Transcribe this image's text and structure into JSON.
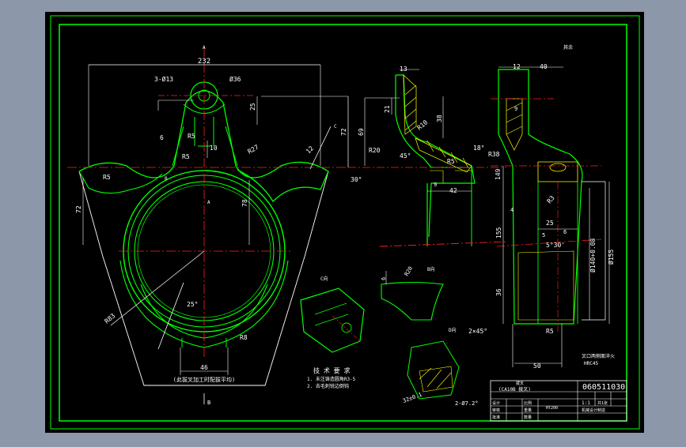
{
  "colors": {
    "background": "#8c97aa",
    "canvas": "#000000",
    "outline": "#00ff00",
    "dimension": "#ffffff",
    "centerline": "#ff2020",
    "hatch": "#ffff00",
    "frame": "#00ff00"
  },
  "dimensions": {
    "overall_width": "232",
    "hole_note": "3-Ø13",
    "hole_dia": "Ø36",
    "d25_left": "25",
    "d72_right": "72",
    "d69": "69",
    "r5a": "R5",
    "d10": "10",
    "r5b": "R5",
    "r27": "R27",
    "d6": "6",
    "r5c": "R5",
    "d12": "12",
    "angle30": "30°",
    "d72_left": "72",
    "d78": "78",
    "r83": "R83",
    "r8": "R8",
    "angle25": "25°",
    "d46": "46",
    "d13": "13",
    "angle45": "45°",
    "r10": "R10",
    "d21": "21",
    "d38": "38",
    "r20": "R20",
    "angle18": "18°",
    "r38": "R38",
    "r5d": "R5",
    "d42": "42",
    "d9a": "9",
    "d12b": "12",
    "d40": "40",
    "d9b": "9",
    "d149": "149",
    "r3": "R3",
    "d4": "4",
    "d25b": "25",
    "d6b": "6",
    "d5": "5",
    "angle5_30": "5°30'",
    "d155": "155",
    "dia140": "Ø140+0.08",
    "dia155": "Ø155",
    "d36": "36",
    "d2x45": "2×45°",
    "r5e": "R5",
    "d50": "50",
    "r20b": "R20",
    "d6c": "6",
    "d32": "32±0.1",
    "angle_small": "2-Ø7.2°"
  },
  "labels": {
    "view_a_top": "A",
    "view_a_center": "A",
    "view_b_arrow": "B",
    "section_c": "C",
    "view_b_label": "B向",
    "view_c_label": "C向",
    "view_d_label": "D向",
    "center_b": "B",
    "bottom_note": "(此拔叉加工时配拔平均)",
    "roughness_note": "其余",
    "tech_title": "技 术 要 求",
    "tech_line1": "1. 未注铸造圆角R3-5",
    "tech_line2": "2. 去毛刺锐边倒钝",
    "right_note1": "叉口两侧面淬火",
    "right_note2": "HRC45",
    "drawing_number": "060511030",
    "part_name": "拨叉",
    "model": "(CA10B 拨叉)",
    "material": "HT200",
    "scale": "1:1",
    "sheets": "共1张",
    "school": "机械设计制造",
    "row1a": "设计",
    "row1b": "比例",
    "row2a": "审核",
    "row2b": "重量",
    "row3a": "批准",
    "row3b": "数量"
  }
}
